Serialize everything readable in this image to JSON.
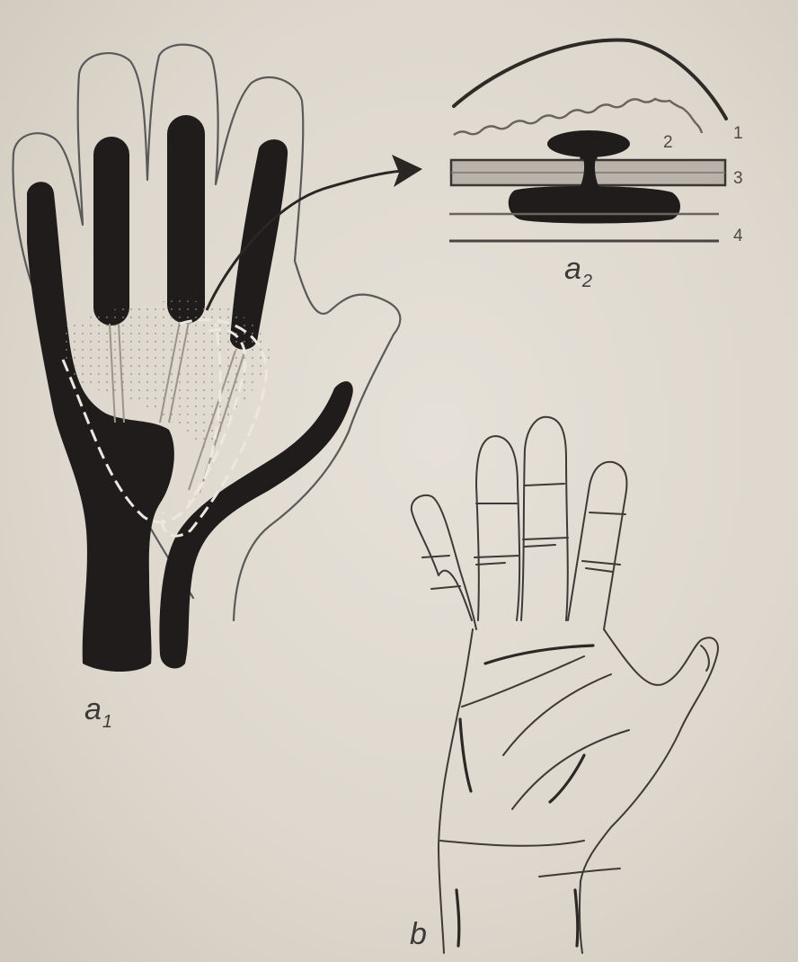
{
  "figure": {
    "panels": {
      "a1": {
        "letter": "a",
        "subscript": "1"
      },
      "a2": {
        "letter": "a",
        "subscript": "2",
        "layer_numbers": [
          "1",
          "2",
          "3",
          "4"
        ]
      },
      "b": {
        "letter": "b"
      }
    },
    "colors": {
      "paper": "#dcd6cc",
      "ink": "#1f1c1b",
      "outline": "#5a5a5a"
    }
  }
}
